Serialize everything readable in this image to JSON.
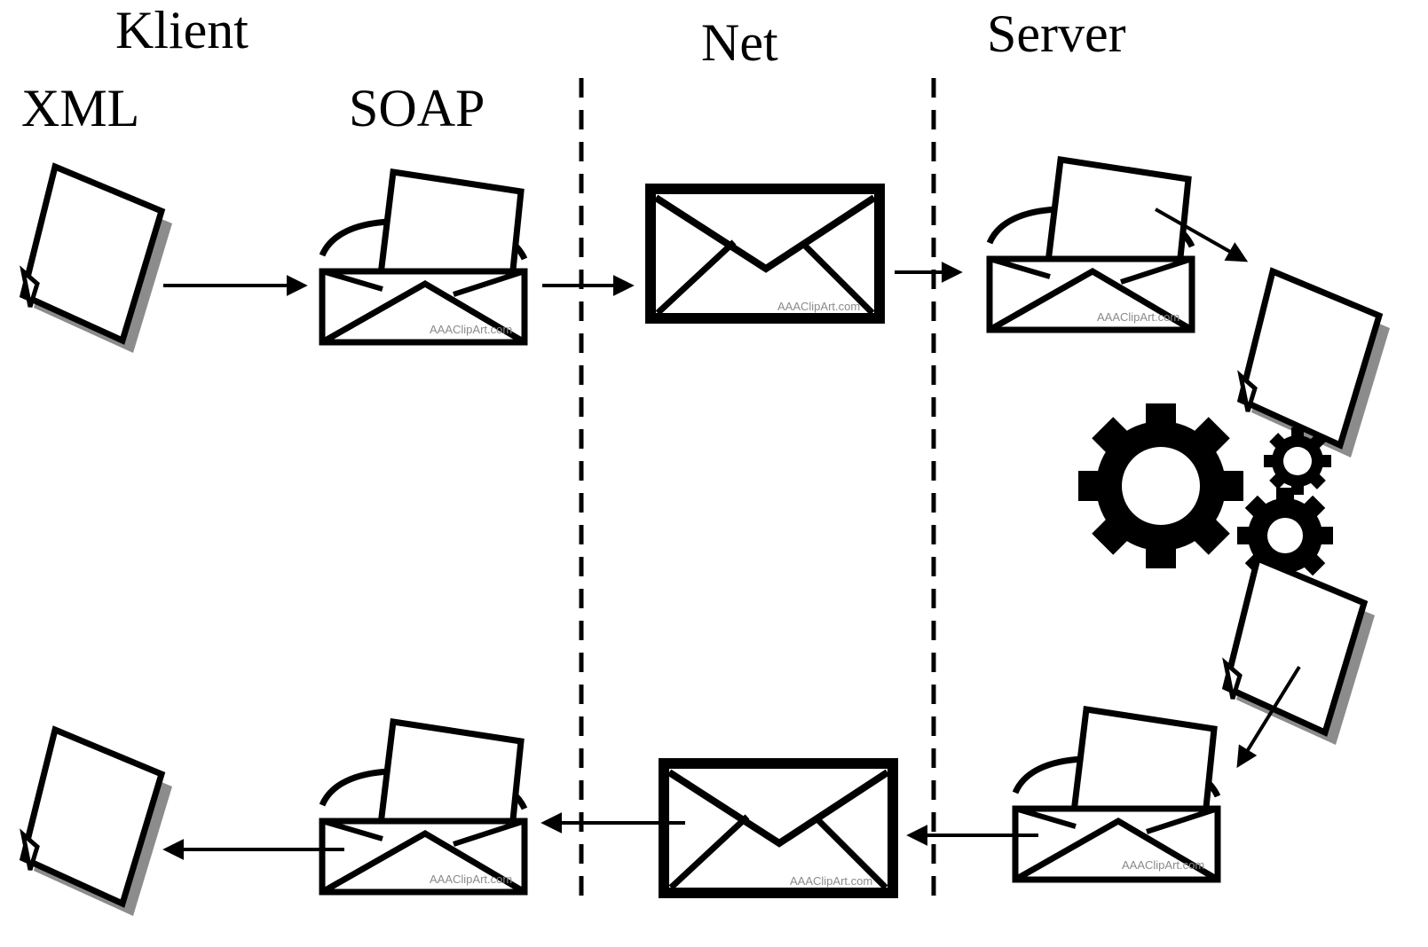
{
  "labels": {
    "client": "Klient",
    "net": "Net",
    "server": "Server",
    "xml": "XML",
    "soap": "SOAP"
  },
  "watermark": "AAAClipArt.com",
  "icons": {
    "document": "document-icon",
    "open_envelope": "open-envelope-icon",
    "closed_envelope": "closed-envelope-icon",
    "gears": "gears-icon"
  },
  "colors": {
    "stroke": "#000000",
    "background": "#ffffff",
    "shadow": "#8c8c8c",
    "watermark": "#8a8a8a"
  }
}
